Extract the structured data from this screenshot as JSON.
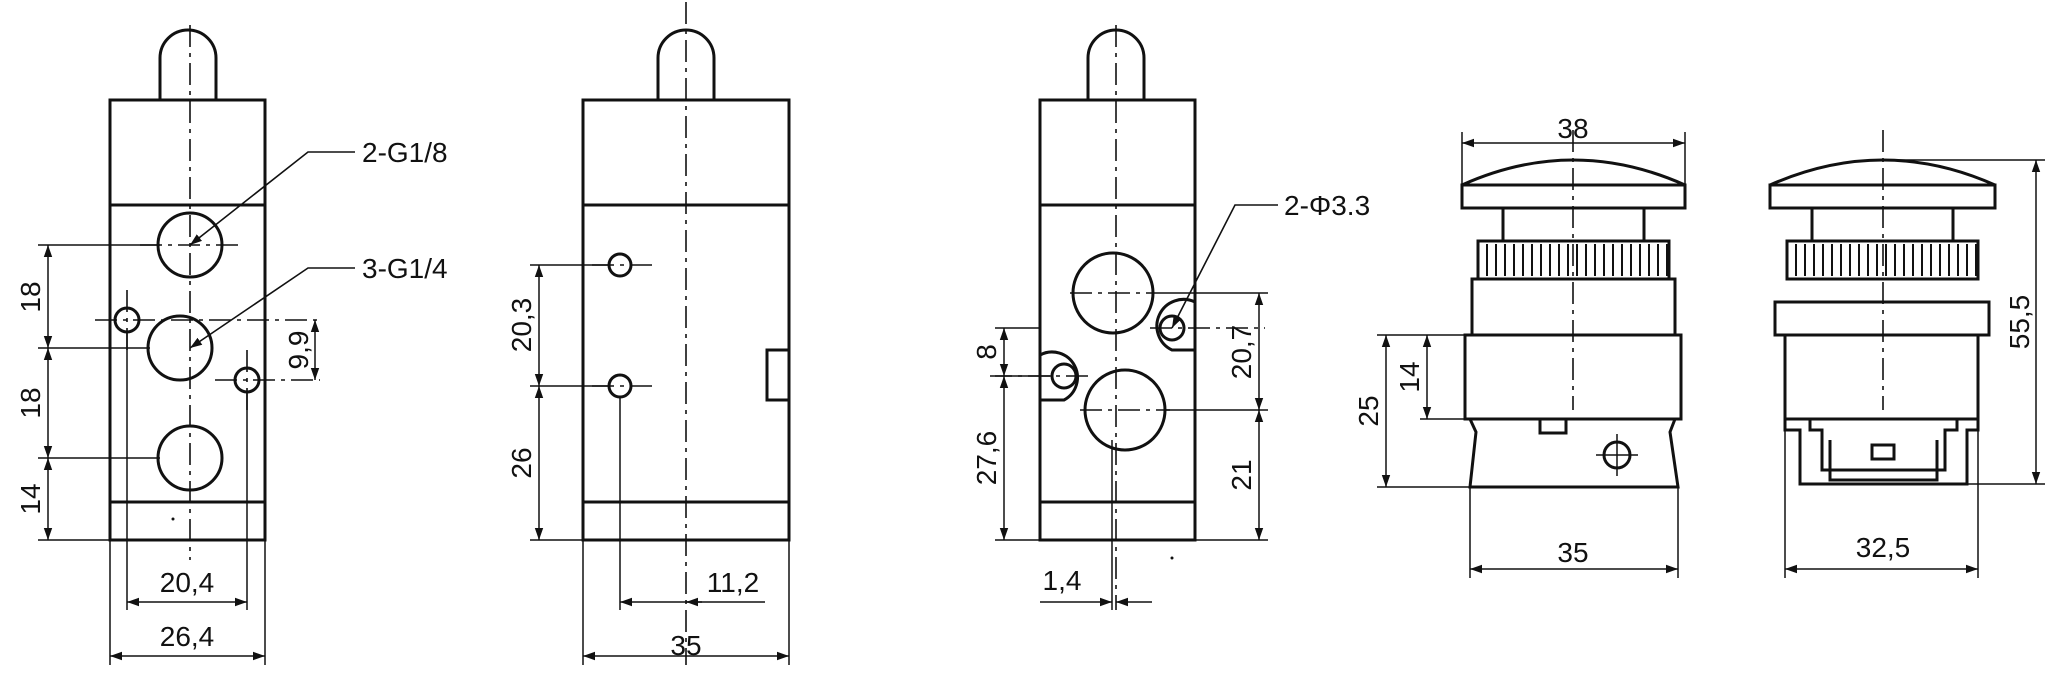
{
  "diagram": {
    "title": "",
    "view1": {
      "callouts": [
        "2-G1/8",
        "3-G1/4"
      ],
      "dimensions": [
        "18",
        "18",
        "14",
        "9,9",
        "20,4",
        "26,4"
      ]
    },
    "view2": {
      "dimensions": [
        "20,3",
        "26",
        "11,2",
        "35"
      ]
    },
    "view3": {
      "callouts": [
        "2-Φ3.3"
      ],
      "dimensions": [
        "8",
        "27,6",
        "20,7",
        "21",
        "1,4"
      ]
    },
    "view4": {
      "dimensions": [
        "38",
        "25",
        "14",
        "35"
      ]
    },
    "view5": {
      "dimensions": [
        "55,5",
        "32,5"
      ]
    }
  }
}
